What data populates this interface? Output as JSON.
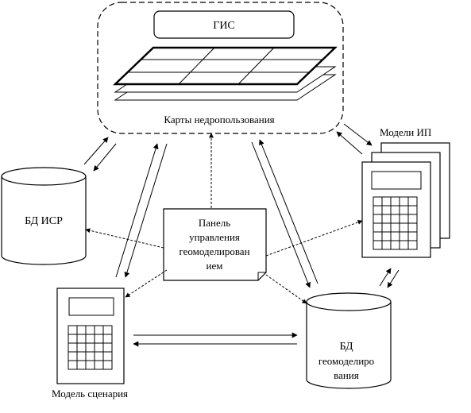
{
  "gis": {
    "title": "ГИС",
    "maps_label": "Карты недропользования"
  },
  "db_isr": {
    "label": "БД  ИСР"
  },
  "control_panel": {
    "lines": [
      "Панель",
      "управления",
      "геомоделирован",
      "ием"
    ]
  },
  "models_ip": {
    "label": "Модели ИП"
  },
  "scenario_model": {
    "label": "Модель сценария"
  },
  "db_geo": {
    "lines": [
      "БД",
      "геомоделиро",
      "вания"
    ]
  }
}
